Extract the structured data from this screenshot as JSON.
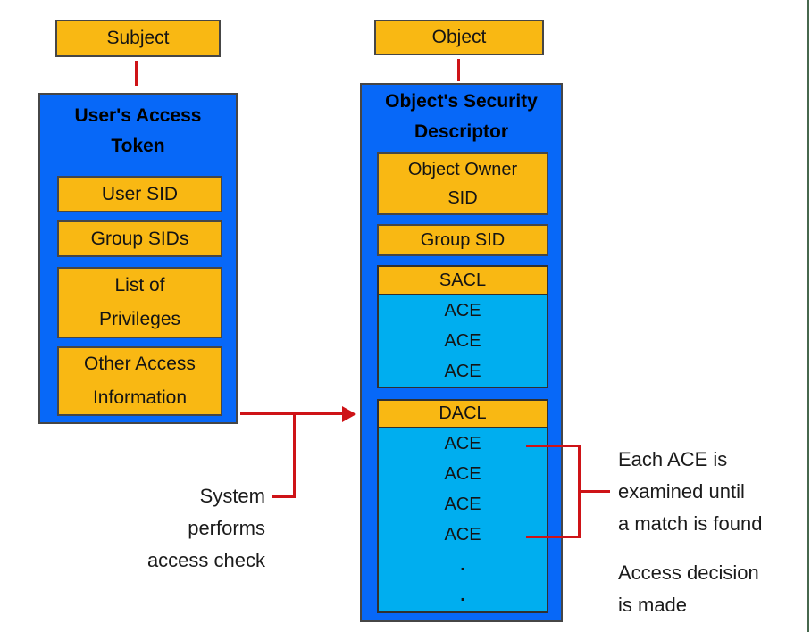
{
  "colors": {
    "box_fill_orange": "#F9B813",
    "panel_fill_blue": "#0768F8",
    "ace_fill_cyan": "#00AEEF",
    "connector_red": "#CE1317",
    "page_edge_green": "#47684D"
  },
  "left_column": {
    "subject_label": "Subject",
    "token_panel": {
      "title_lines": [
        "User's Access",
        "Token"
      ],
      "items": [
        {
          "lines": [
            "User SID"
          ]
        },
        {
          "lines": [
            "Group SIDs"
          ]
        },
        {
          "lines": [
            "List of",
            "Privileges"
          ]
        },
        {
          "lines": [
            "Other Access",
            "Information"
          ]
        }
      ]
    }
  },
  "right_column": {
    "object_label": "Object",
    "descriptor_panel": {
      "title_lines": [
        "Object's Security",
        "Descriptor"
      ],
      "owner_box_lines": [
        "Object Owner",
        "SID"
      ],
      "group_sid_label": "Group SID",
      "sacl": {
        "header": "SACL",
        "aces": [
          "ACE",
          "ACE",
          "ACE"
        ]
      },
      "dacl": {
        "header": "DACL",
        "aces": [
          "ACE",
          "ACE",
          "ACE",
          "ACE"
        ],
        "ellipsis_dots": [
          ".",
          "."
        ]
      }
    }
  },
  "annotations": {
    "system_note_lines": [
      "System",
      "performs",
      "access check"
    ],
    "ace_note_lines": [
      "Each ACE is",
      "examined until",
      "a match is found"
    ],
    "decision_note_lines": [
      "Access decision",
      "is made"
    ]
  }
}
